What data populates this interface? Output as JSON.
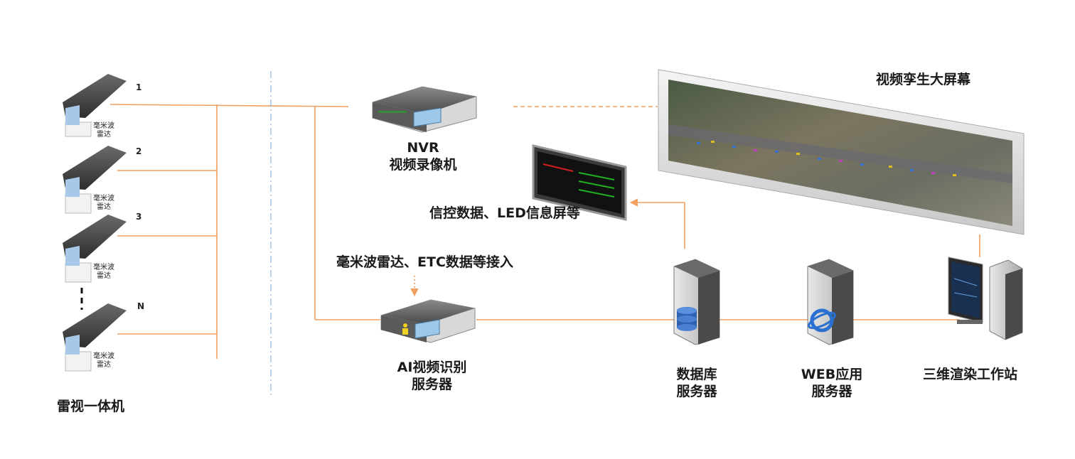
{
  "cameras": {
    "group_label": "雷视一体机",
    "items": [
      {
        "number": "1",
        "line1": "毫米波",
        "line2": "雷达"
      },
      {
        "number": "2",
        "line1": "毫米波",
        "line2": "雷达"
      },
      {
        "number": "3",
        "line1": "毫米波",
        "line2": "雷达"
      },
      {
        "number": "N",
        "line1": "毫米波",
        "line2": "雷达"
      }
    ]
  },
  "nvr": {
    "title": "NVR",
    "subtitle": "视频录像机"
  },
  "led": {
    "label": "信控数据、LED信息屏等"
  },
  "radar_input": {
    "label": "毫米波雷达、ETC数据等接入"
  },
  "ai_server": {
    "line1": "AI视频识别",
    "line2": "服务器"
  },
  "db_server": {
    "line1": "数据库",
    "line2": "服务器"
  },
  "web_server": {
    "line1": "WEB应用",
    "line2": "服务器"
  },
  "workstation": {
    "label": "三维渲染工作站"
  },
  "big_screen": {
    "label": "视频孪生大屏幕"
  },
  "colors": {
    "line": "#f0a060",
    "divider": "#8fb4d8",
    "dark": "#3a3a3a"
  }
}
